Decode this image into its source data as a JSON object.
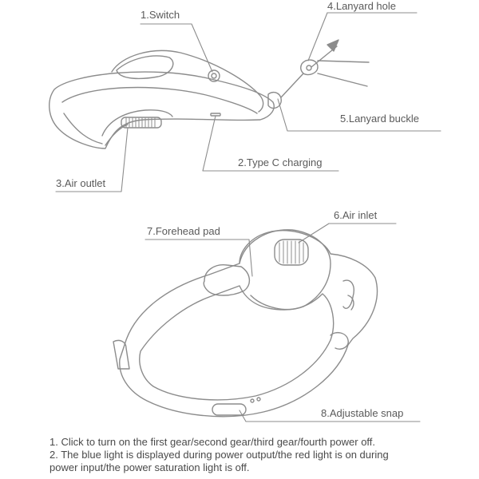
{
  "top_diagram": {
    "labels": {
      "switch": "1.Switch",
      "lanyard_hole": "4.Lanyard hole",
      "lanyard_buckle": "5.Lanyard buckle",
      "type_c": "2.Type C charging",
      "air_outlet": "3.Air outlet"
    }
  },
  "bottom_diagram": {
    "labels": {
      "forehead_pad": "7.Forehead pad",
      "air_inlet": "6.Air inlet",
      "adjustable_snap": "8.Adjustable snap"
    }
  },
  "notes": [
    "1. Click to turn on the first gear/second gear/third gear/fourth power off.",
    "2. The blue light is displayed during power output/the red light is on during",
    "power input/the power saturation light is off."
  ],
  "colors": {
    "line": "#8c8c8c",
    "text": "#5a5a5a"
  }
}
